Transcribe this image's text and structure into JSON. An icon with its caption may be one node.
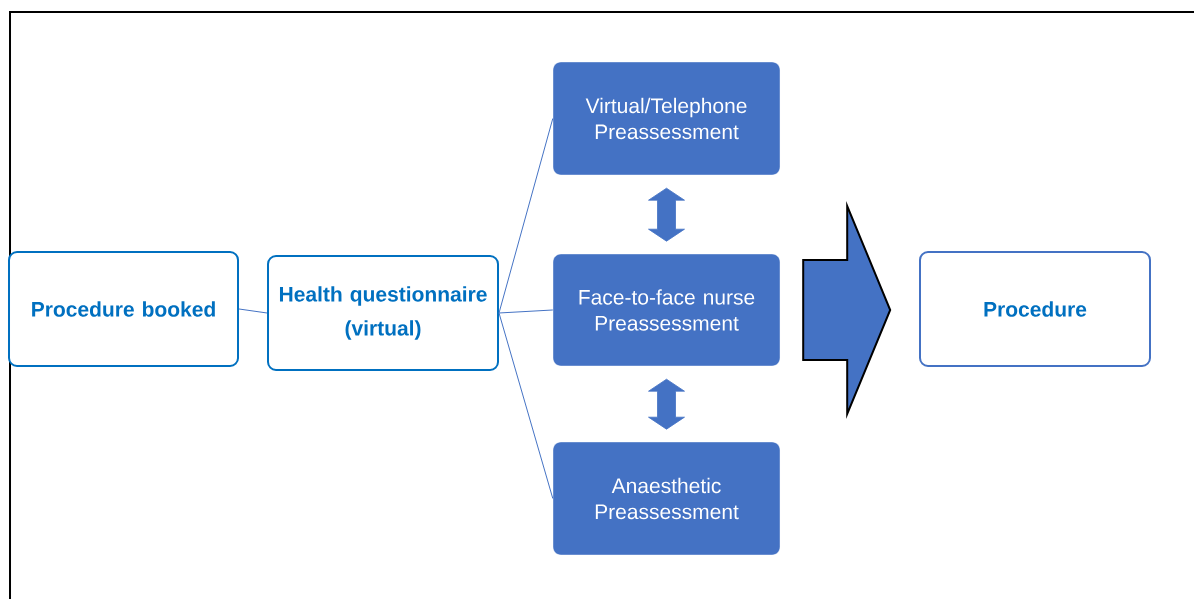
{
  "diagram": {
    "nodes": [
      {
        "text": [
          "Procedure booked"
        ]
      },
      {
        "text": [
          "Health questionnaire",
          "(virtual)"
        ]
      },
      {
        "text": [
          "Virtual/Telephone Preassessment"
        ]
      },
      {
        "text": [
          "Face-to-face nurse Preassessment"
        ]
      },
      {
        "text": [
          "Anaesthetic Preassessment"
        ]
      },
      {
        "text": [
          "Procedure"
        ]
      }
    ],
    "edges": [
      {
        "from": 0,
        "to": 1,
        "arrow": "none"
      },
      {
        "from": 1,
        "to": 2,
        "arrow": "none"
      },
      {
        "from": 1,
        "to": 3,
        "arrow": "none"
      },
      {
        "from": 1,
        "to": 4,
        "arrow": "none"
      },
      {
        "from": 2,
        "to": 3,
        "arrow": "both",
        "style": "thick"
      },
      {
        "from": 3,
        "to": 4,
        "arrow": "both",
        "style": "thick"
      },
      {
        "from": 3,
        "to": 5,
        "arrow": "to",
        "style": "thick",
        "color": "#000000"
      }
    ]
  }
}
